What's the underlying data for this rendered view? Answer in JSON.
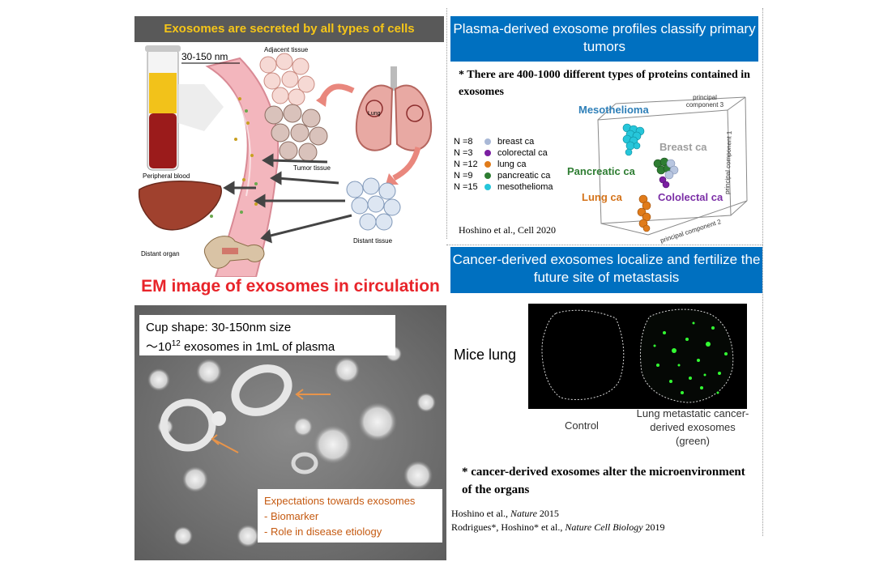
{
  "left_top": {
    "header": "Exosomes are secreted by all types of cells",
    "size_label": "30-150 nm",
    "adjacent_tissue": "Adjacent tissue",
    "lung": "Lung",
    "tumor_tissue": "Tumor tissue",
    "peripheral_blood": "Peripheral blood",
    "distant_tissue": "Distant tissue",
    "distant_organ": "Distant organ",
    "em_title": "EM image of exosomes in circulation"
  },
  "em_panel": {
    "caption_line1": "Cup shape: 30-150nm size",
    "caption_line2_prefix": "〜10",
    "caption_line2_sup": "12",
    "caption_line2_suffix": " exosomes in 1mL of plasma",
    "expect_title": "Expectations towards exosomes",
    "expect_items": [
      "-   Biomarker",
      "-   Role in disease etiology"
    ]
  },
  "right_top": {
    "header": "Plasma-derived exosome profiles classify primary tumors",
    "note": "* There are 400-1000 different types of proteins contained  in  exosomes",
    "legend": [
      {
        "n": "N =8",
        "label": "breast ca",
        "color": "#a9b8d6"
      },
      {
        "n": "N =3",
        "label": "colorectal ca",
        "color": "#7b1fa2"
      },
      {
        "n": "N =12",
        "label": "lung ca",
        "color": "#e07b1a"
      },
      {
        "n": "N =9",
        "label": "pancreatic ca",
        "color": "#2e7d32"
      },
      {
        "n": "N =15",
        "label": "mesothelioma",
        "color": "#26c6da"
      }
    ],
    "cluster_labels": {
      "mesothelioma": "Mesothelioma",
      "breast": "Breast ca",
      "pancreatic": "Pancreatic ca",
      "lung": "Lung ca",
      "colorectal": "Cololectal ca"
    },
    "axis_labels": {
      "pc1": "principal component 1",
      "pc2": "principal component 2",
      "pc3": "principal component 3"
    },
    "colors": {
      "meso": "#2e7fb8",
      "breast": "#9e9e9e",
      "pancreatic": "#2e7d32",
      "lung": "#d4731a",
      "colorectal": "#7b2fa6"
    },
    "reference": "Hoshino et al., Cell 2020"
  },
  "right_bottom": {
    "header": "Cancer-derived exosomes localize and fertilize the future site of metastasis",
    "mice_lung": "Mice lung",
    "control": "Control",
    "metastatic_label": "Lung metastatic cancer-derived exosomes (green)",
    "note": "* cancer-derived exosomes alter the microenvironment of the organs",
    "ref1_authors": "Hoshino et al., ",
    "ref1_journal": "Nature",
    "ref1_year": " 2015",
    "ref2_authors": "Rodrigues*,  Hoshino* et al., ",
    "ref2_journal": "Nature Cell Biology",
    "ref2_year": " 2019"
  }
}
